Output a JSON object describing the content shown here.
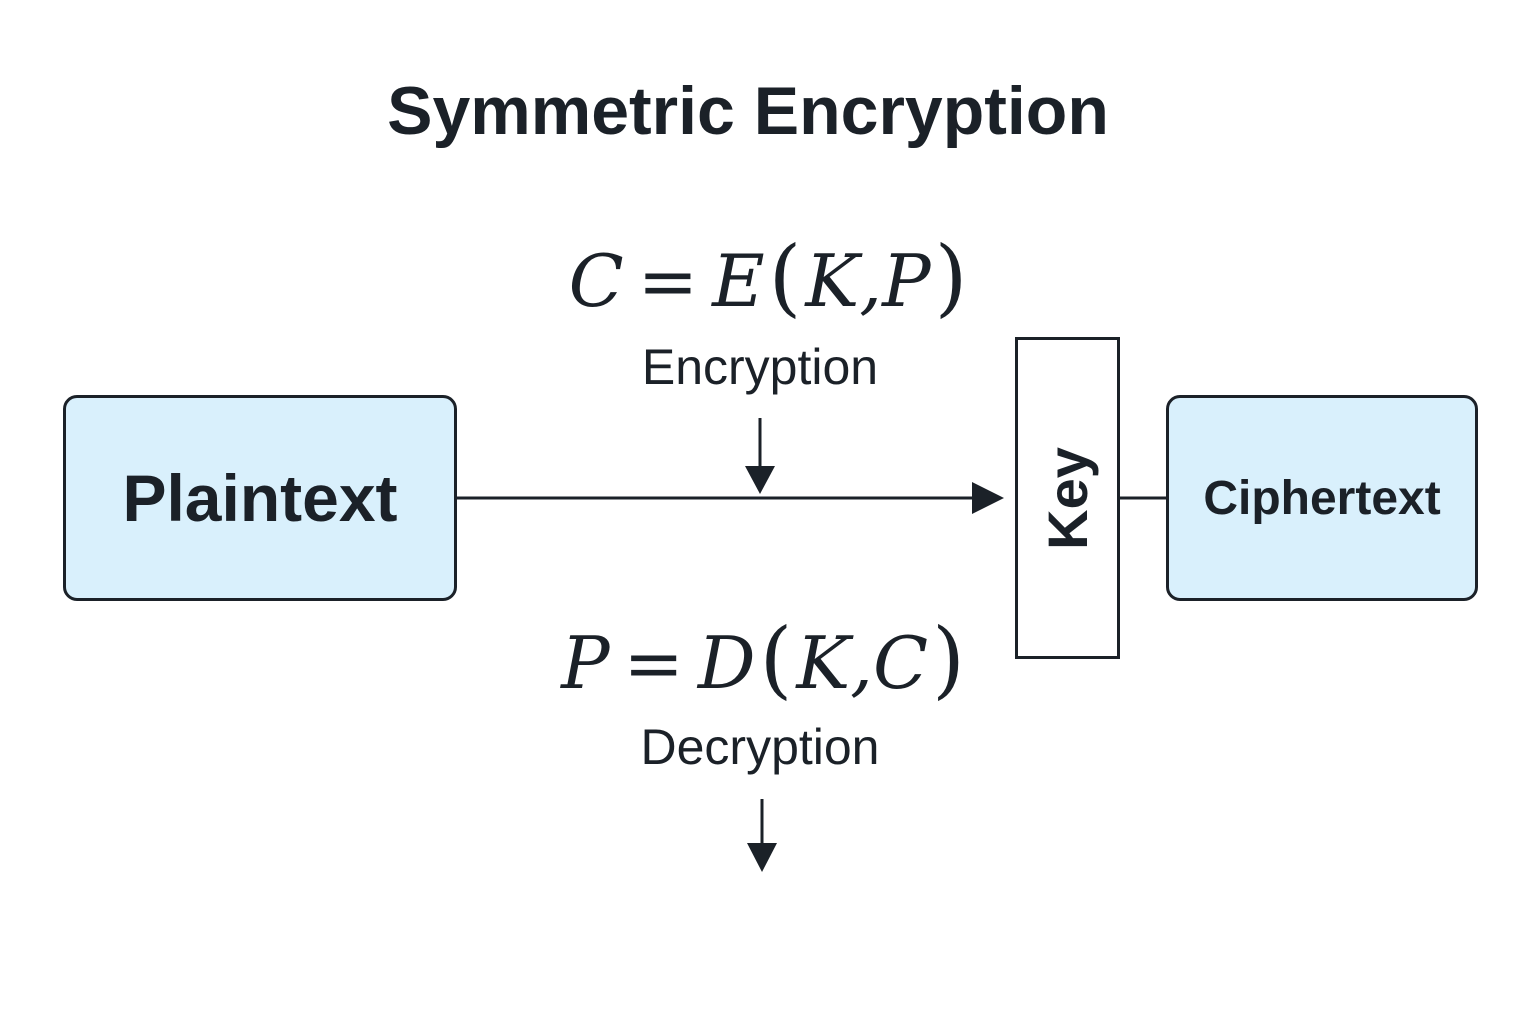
{
  "title": "Symmetric Encryption",
  "encryption": {
    "formula": {
      "lhs": "C",
      "eq": "=",
      "fn": "E",
      "open": "(",
      "arg1": "K",
      "comma": ",",
      "arg2": "P",
      "close": ")"
    },
    "label": "Encryption"
  },
  "decryption": {
    "formula": {
      "lhs": "P",
      "eq": "=",
      "fn": "D",
      "open": "(",
      "arg1": "K",
      "comma": ",",
      "arg2": "C",
      "close": ")"
    },
    "label": "Decryption"
  },
  "nodes": {
    "plaintext": "Plaintext",
    "key": "Key",
    "ciphertext": "Ciphertext"
  },
  "colors": {
    "box_fill": "#d9f0fc",
    "stroke": "#1b2128",
    "background": "#ffffff"
  }
}
